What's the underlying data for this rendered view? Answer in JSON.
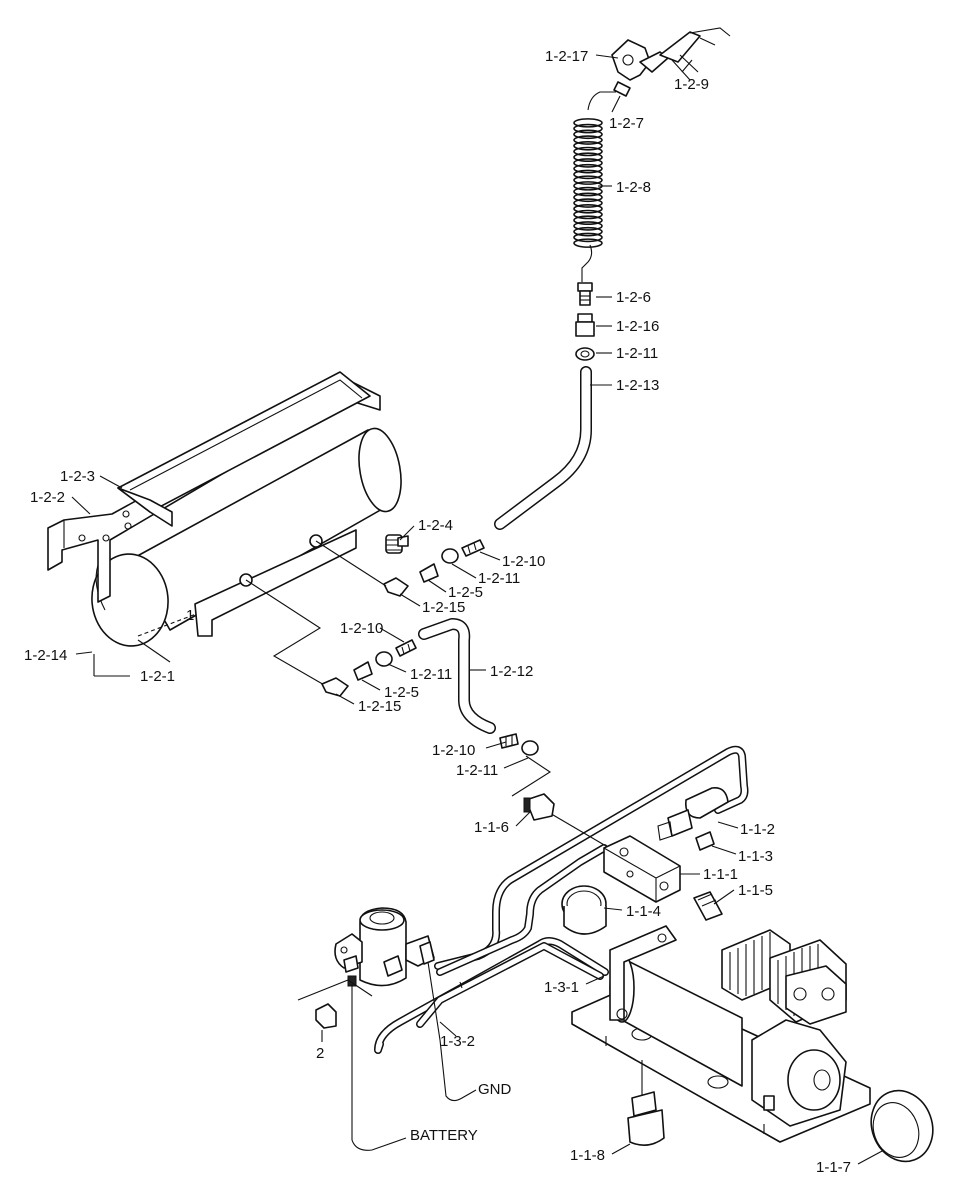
{
  "labels": {
    "p_1_2_17": "1-2-17",
    "p_1_2_9": "1-2-9",
    "p_1_2_7": "1-2-7",
    "p_1_2_8": "1-2-8",
    "p_1_2_6": "1-2-6",
    "p_1_2_16": "1-2-16",
    "p_1_2_11_top": "1-2-11",
    "p_1_2_13": "1-2-13",
    "p_1_2_3": "1-2-3",
    "p_1_2_2": "1-2-2",
    "p_1_2_4": "1-2-4",
    "p_1_2_10_a": "1-2-10",
    "p_1_2_11_a": "1-2-11",
    "p_1_2_5_a": "1-2-5",
    "p_1_2_15_a": "1-2-15",
    "p_1_2_14": "1-2-14",
    "p_1_2_1": "1-2-1",
    "p_1_2_10_b": "1-2-10",
    "p_1_2_11_b": "1-2-11",
    "p_1_2_12": "1-2-12",
    "p_1_2_5_b": "1-2-5",
    "p_1_2_15_b": "1-2-15",
    "p_1_2_10_c": "1-2-10",
    "p_1_2_11_c": "1-2-11",
    "p_1_1_6": "1-1-6",
    "p_1_1_2": "1-1-2",
    "p_1_1_3": "1-1-3",
    "p_1_1_1": "1-1-1",
    "p_1_1_5": "1-1-5",
    "p_1_1_4": "1-1-4",
    "p_1_3_1": "1-3-1",
    "p_2": "2",
    "p_1_3_2": "1-3-2",
    "p_gnd": "GND",
    "p_battery": "BATTERY",
    "p_1_1_8": "1-1-8",
    "p_1_1_7": "1-1-7"
  }
}
